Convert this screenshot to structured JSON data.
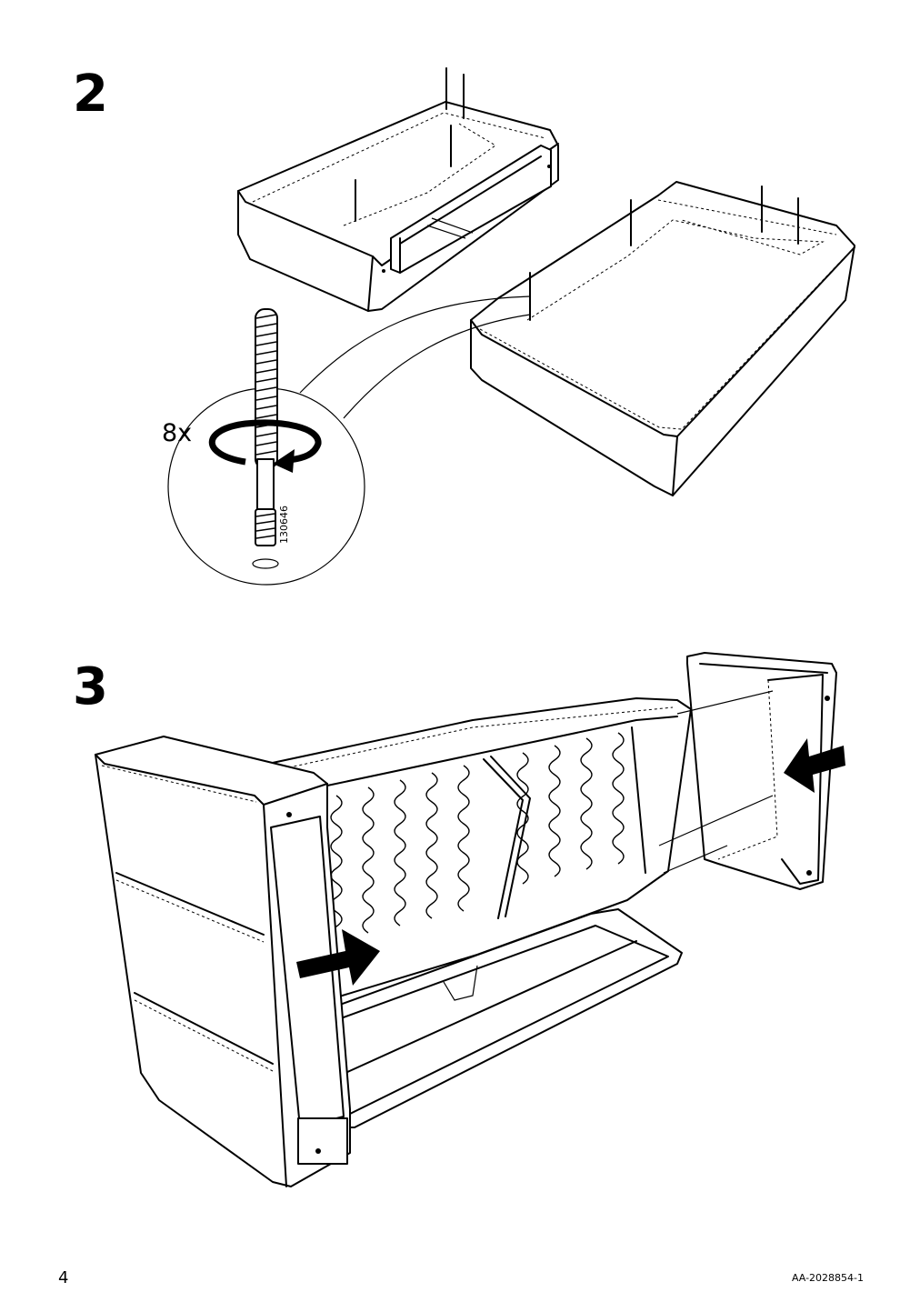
{
  "steps": [
    {
      "number": "2",
      "quantity_label": "8x",
      "part_number": "130646"
    },
    {
      "number": "3"
    }
  ],
  "footer": {
    "page_number": "4",
    "document_code": "AA-2028854-1"
  },
  "icons": [
    "screw-icon",
    "rotate-arrow-icon",
    "push-arrow-icon"
  ]
}
